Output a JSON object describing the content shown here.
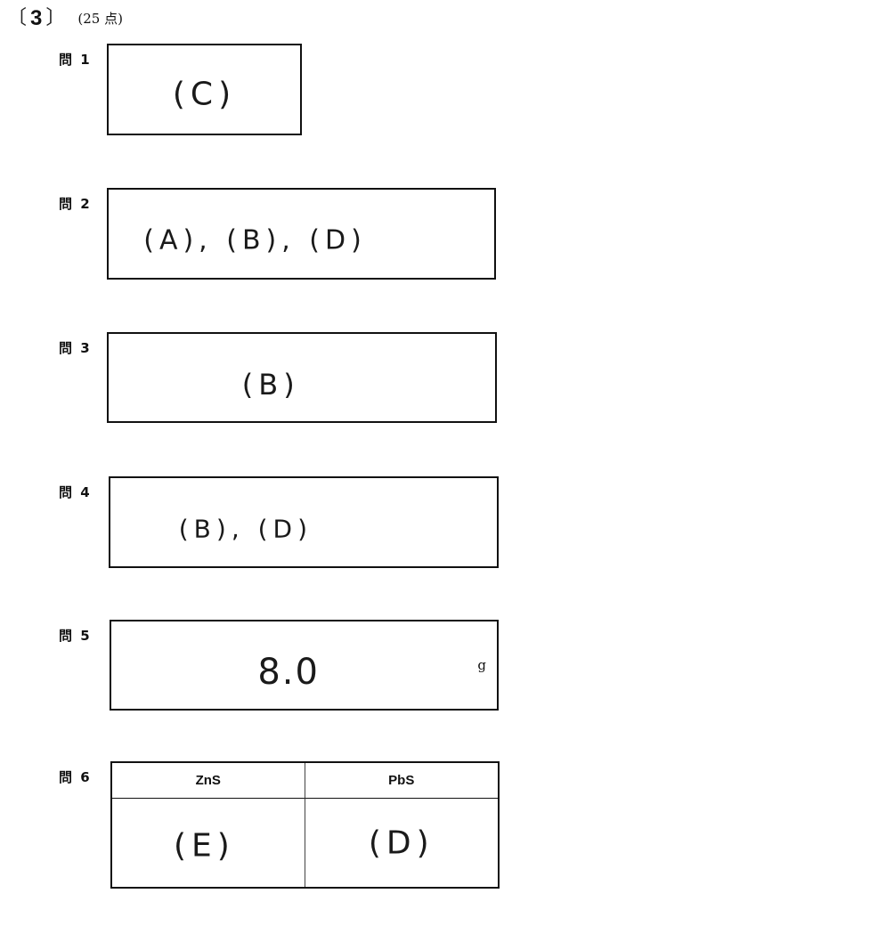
{
  "header": {
    "bracket_open": "〔",
    "section_number": "3",
    "bracket_close": "〕",
    "points": "(25 点)"
  },
  "questions": [
    {
      "label": "問 1",
      "answer": "(C)"
    },
    {
      "label": "問 2",
      "answer": "(A), (B), (D)"
    },
    {
      "label": "問 3",
      "answer": "(B)"
    },
    {
      "label": "問 4",
      "answer": "(B), (D)"
    },
    {
      "label": "問 5",
      "answer": "8.0",
      "unit": "g"
    },
    {
      "label": "問 6",
      "columns": [
        {
          "header": "ZnS",
          "answer": "(E)"
        },
        {
          "header": "PbS",
          "answer": "(D)"
        }
      ]
    }
  ]
}
